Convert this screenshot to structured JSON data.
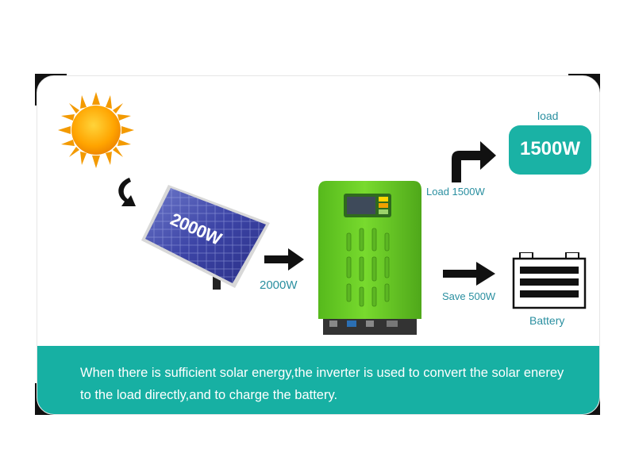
{
  "solar_panel": {
    "label": "2000W"
  },
  "panel_output": {
    "label": "2000W"
  },
  "load": {
    "title": "load",
    "value": "1500W",
    "arrow_label": "Load 1500W"
  },
  "battery": {
    "arrow_label": "Save 500W",
    "label": "Battery"
  },
  "caption": "When there is sufficient solar energy,the inverter is used to convert the solar enerey to the load directly,and to charge the battery.",
  "colors": {
    "teal": "#17b0a3",
    "inverter_green": "#6cd12a",
    "label_text": "#2a8fa0",
    "sun": "#f7a400"
  },
  "icons": [
    "sun-icon",
    "curved-arrow-icon",
    "solar-panel-icon",
    "right-arrow-icon",
    "inverter-icon",
    "up-right-arrow-icon",
    "battery-icon"
  ]
}
